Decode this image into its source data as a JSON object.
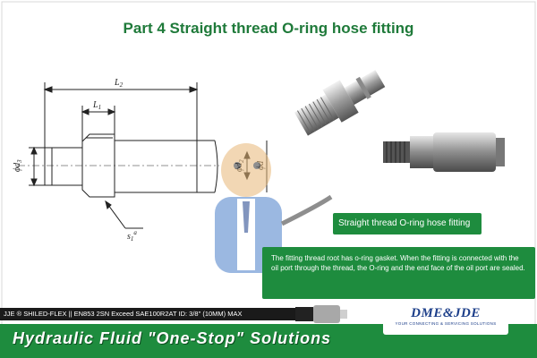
{
  "title": "Part 4  Straight thread O-ring hose fitting",
  "drawing": {
    "label_l2": "L",
    "label_l2_sub": "2",
    "label_l1": "L",
    "label_l1_sub": "1",
    "label_d3": "ϕd",
    "label_d3_sub": "3",
    "label_d2": "ϕd",
    "label_d2_sub": "2",
    "label_d": "ϕd",
    "label_s1": "s",
    "label_s1_sub": "1",
    "label_s1_sup": "a"
  },
  "caption": "Straight thread O-ring hose fitting",
  "description": "The fitting thread root has o-ring gasket. When the fitting is connected with the oil port through the thread, the O-ring and the end face of the oil port are sealed.",
  "hose_print": "JJE ® SHILED-FLEX  ||  EN853 2SN   Exceed    SAE100R2AT  ID: 3/8\" (10MM)  MAX",
  "logo": {
    "name": "DME&JDE",
    "tagline": "YOUR CONNECTING & SERVICING SOLUTIONS"
  },
  "footer": "Hydraulic Fluid  \"One-Stop\" Solutions",
  "colors": {
    "brand_green": "#1e8c3e",
    "title_green": "#1f7a3a",
    "logo_blue": "#1d3f8a"
  }
}
